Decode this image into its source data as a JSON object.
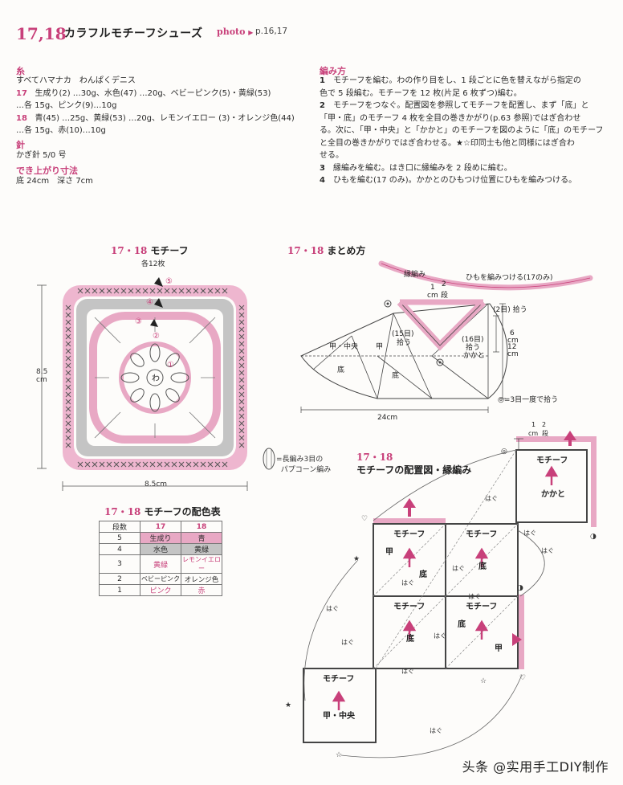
{
  "header": {
    "number": "17,18",
    "title": "カラフルモチーフシューズ",
    "photo_label": "photo",
    "photo_pages": "p.16,17"
  },
  "materials": {
    "yarn_heading": "糸",
    "yarn_brand": "すべてハマナカ　わんぱくデニス",
    "line17_a": "生成り(2) …30g、水色(47) …20g、ベビーピンク(5)・黄緑(53)",
    "line17_b": "…各 15g、ピンク(9)…10g",
    "line18_a": "青(45) …25g、黄緑(53) …20g、レモンイエロー (3)・オレンジ色(44)",
    "line18_b": "…各 15g、赤(10)…10g",
    "needle_heading": "針",
    "needle": "かぎ針 5/0 号",
    "size_heading": "でき上がり寸法",
    "size": "底 24cm　深さ 7cm",
    "label17": "17",
    "label18": "18"
  },
  "instructions": {
    "heading": "編み方",
    "steps": [
      {
        "no": "1",
        "lines": [
          "モチーフを編む。わの作り目をし、1 段ごとに色を替えながら指定の",
          "色で 5 段編む。モチーフを 12 枚(片足 6 枚ずつ)編む。"
        ]
      },
      {
        "no": "2",
        "lines": [
          "モチーフをつなぐ。配置図を参照してモチーフを配置し、まず「底」と",
          "「甲・底」のモチーフ 4 枚を全目の巻きかがり(p.63 参照)ではぎ合わせ",
          "る。次に、「甲・中央」と「かかと」のモチーフを図のように「底」のモチーフ",
          "と全目の巻きかがりではぎ合わせる。★☆印同士も他と同様にはぎ合わ",
          "せる。"
        ]
      },
      {
        "no": "3",
        "lines": [
          "縁編みを編む。はき口に縁編みを 2 段めに編む。"
        ]
      },
      {
        "no": "4",
        "lines": [
          "ひもを編む(17 のみ)。かかとのひもつけ位置にひもを編みつける。"
        ]
      }
    ]
  },
  "motif_chart": {
    "num": "17・18",
    "title": "モチーフ",
    "count": "各12枚",
    "dim_h": "8.5",
    "dim_cm": "cm",
    "dim_w": "8.5cm",
    "ring_label": "わ",
    "round_labels": [
      "①",
      "②",
      "③",
      "④",
      "⑤"
    ],
    "legend_line1": "=長編み3目の",
    "legend_line2": "パプコーン編み"
  },
  "assembly": {
    "num": "17・18",
    "title": "まとめ方",
    "strap_label": "ひもを編みつける(17のみ)",
    "edge_label": "縁編み",
    "edge_rows_1": "1",
    "edge_rows_cm": "cm",
    "edge_rows_2": "2",
    "edge_rows_dan": "段",
    "pick2": "(2目) 拾う",
    "pick15a": "(15目)",
    "pick15b": "拾う",
    "pick16a": "(16目)",
    "pick16b": "拾う",
    "kakato": "かかと",
    "dim6a": "6",
    "dim6b": "cm",
    "dim12a": "12",
    "dim12b": "cm",
    "kou_chuou": "甲・中央",
    "kou": "甲",
    "soko1": "底",
    "soko2": "底",
    "bottom_dim": "24cm",
    "note": "◎=3目一度で拾う"
  },
  "color_table": {
    "num": "17・18",
    "title": "モチーフの配色表",
    "headers": [
      "段数",
      "17",
      "18"
    ],
    "rows": [
      {
        "row": "5",
        "c17": "生成り",
        "c18": "青"
      },
      {
        "row": "4",
        "c17": "水色",
        "c18": "黄緑"
      },
      {
        "row": "3",
        "c17": "黄緑",
        "c18": "レモンイエロー"
      },
      {
        "row": "2",
        "c17": "ベビーピンク",
        "c18": "オレンジ色"
      },
      {
        "row": "1",
        "c17": "ピンク",
        "c18": "赤"
      }
    ]
  },
  "layout": {
    "num": "17・18",
    "title": "モチーフの配置図・縁編み",
    "edge_1": "1",
    "edge_cm": "cm",
    "edge_2": "2",
    "edge_dan": "段",
    "motif": "モチーフ",
    "kakato": "かかと",
    "kou": "甲",
    "soko": "底",
    "kou_chuou": "甲・中央",
    "hagu": "はぐ"
  },
  "colors": {
    "accent": "#c8407a",
    "pink_light": "#e8a8c4",
    "gray": "#b8b8b8"
  },
  "watermark": "头条 @实用手工DIY制作"
}
